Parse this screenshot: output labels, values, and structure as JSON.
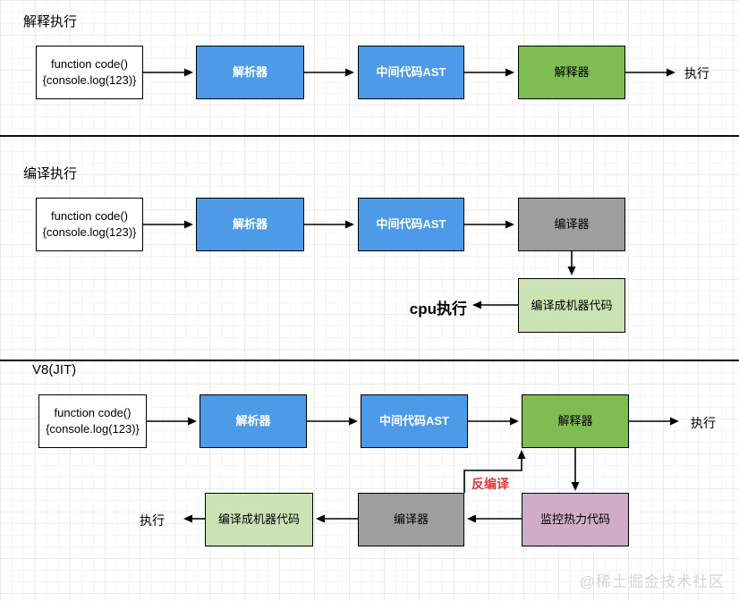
{
  "sections": [
    {
      "title": "解释执行",
      "source": {
        "line1": "function code()",
        "line2": "{console.log(123)}"
      },
      "nodes": {
        "parser": "解析器",
        "ast": "中间代码AST",
        "interpreter": "解释器"
      },
      "output": "执行"
    },
    {
      "title": "编译执行",
      "source": {
        "line1": "function code()",
        "line2": "{console.log(123)}"
      },
      "nodes": {
        "parser": "解析器",
        "ast": "中间代码AST",
        "compiler": "编译器",
        "machine_code": "编译成机器代码"
      },
      "output": "cpu执行"
    },
    {
      "title": "V8(JIT)",
      "source": {
        "line1": "function code()",
        "line2": "{console.log(123)}"
      },
      "nodes": {
        "parser": "解析器",
        "ast": "中间代码AST",
        "interpreter": "解释器",
        "monitor": "监控热力代码",
        "compiler": "编译器",
        "machine_code": "编译成机器代码"
      },
      "outputs": {
        "interpreter_exec": "执行",
        "machine_exec": "执行"
      },
      "labels": {
        "deoptimize": "反编译"
      }
    }
  ],
  "watermark": {
    "text": "@稀土掘金技术社区"
  },
  "colors": {
    "parser_blue": "#4d9ae8",
    "interpreter_green": "#7ebd52",
    "compiler_gray": "#9e9e9e",
    "machine_code_green": "#cbe3b4",
    "monitor_pink": "#cfadc9",
    "deopt_red": "#e53935"
  }
}
